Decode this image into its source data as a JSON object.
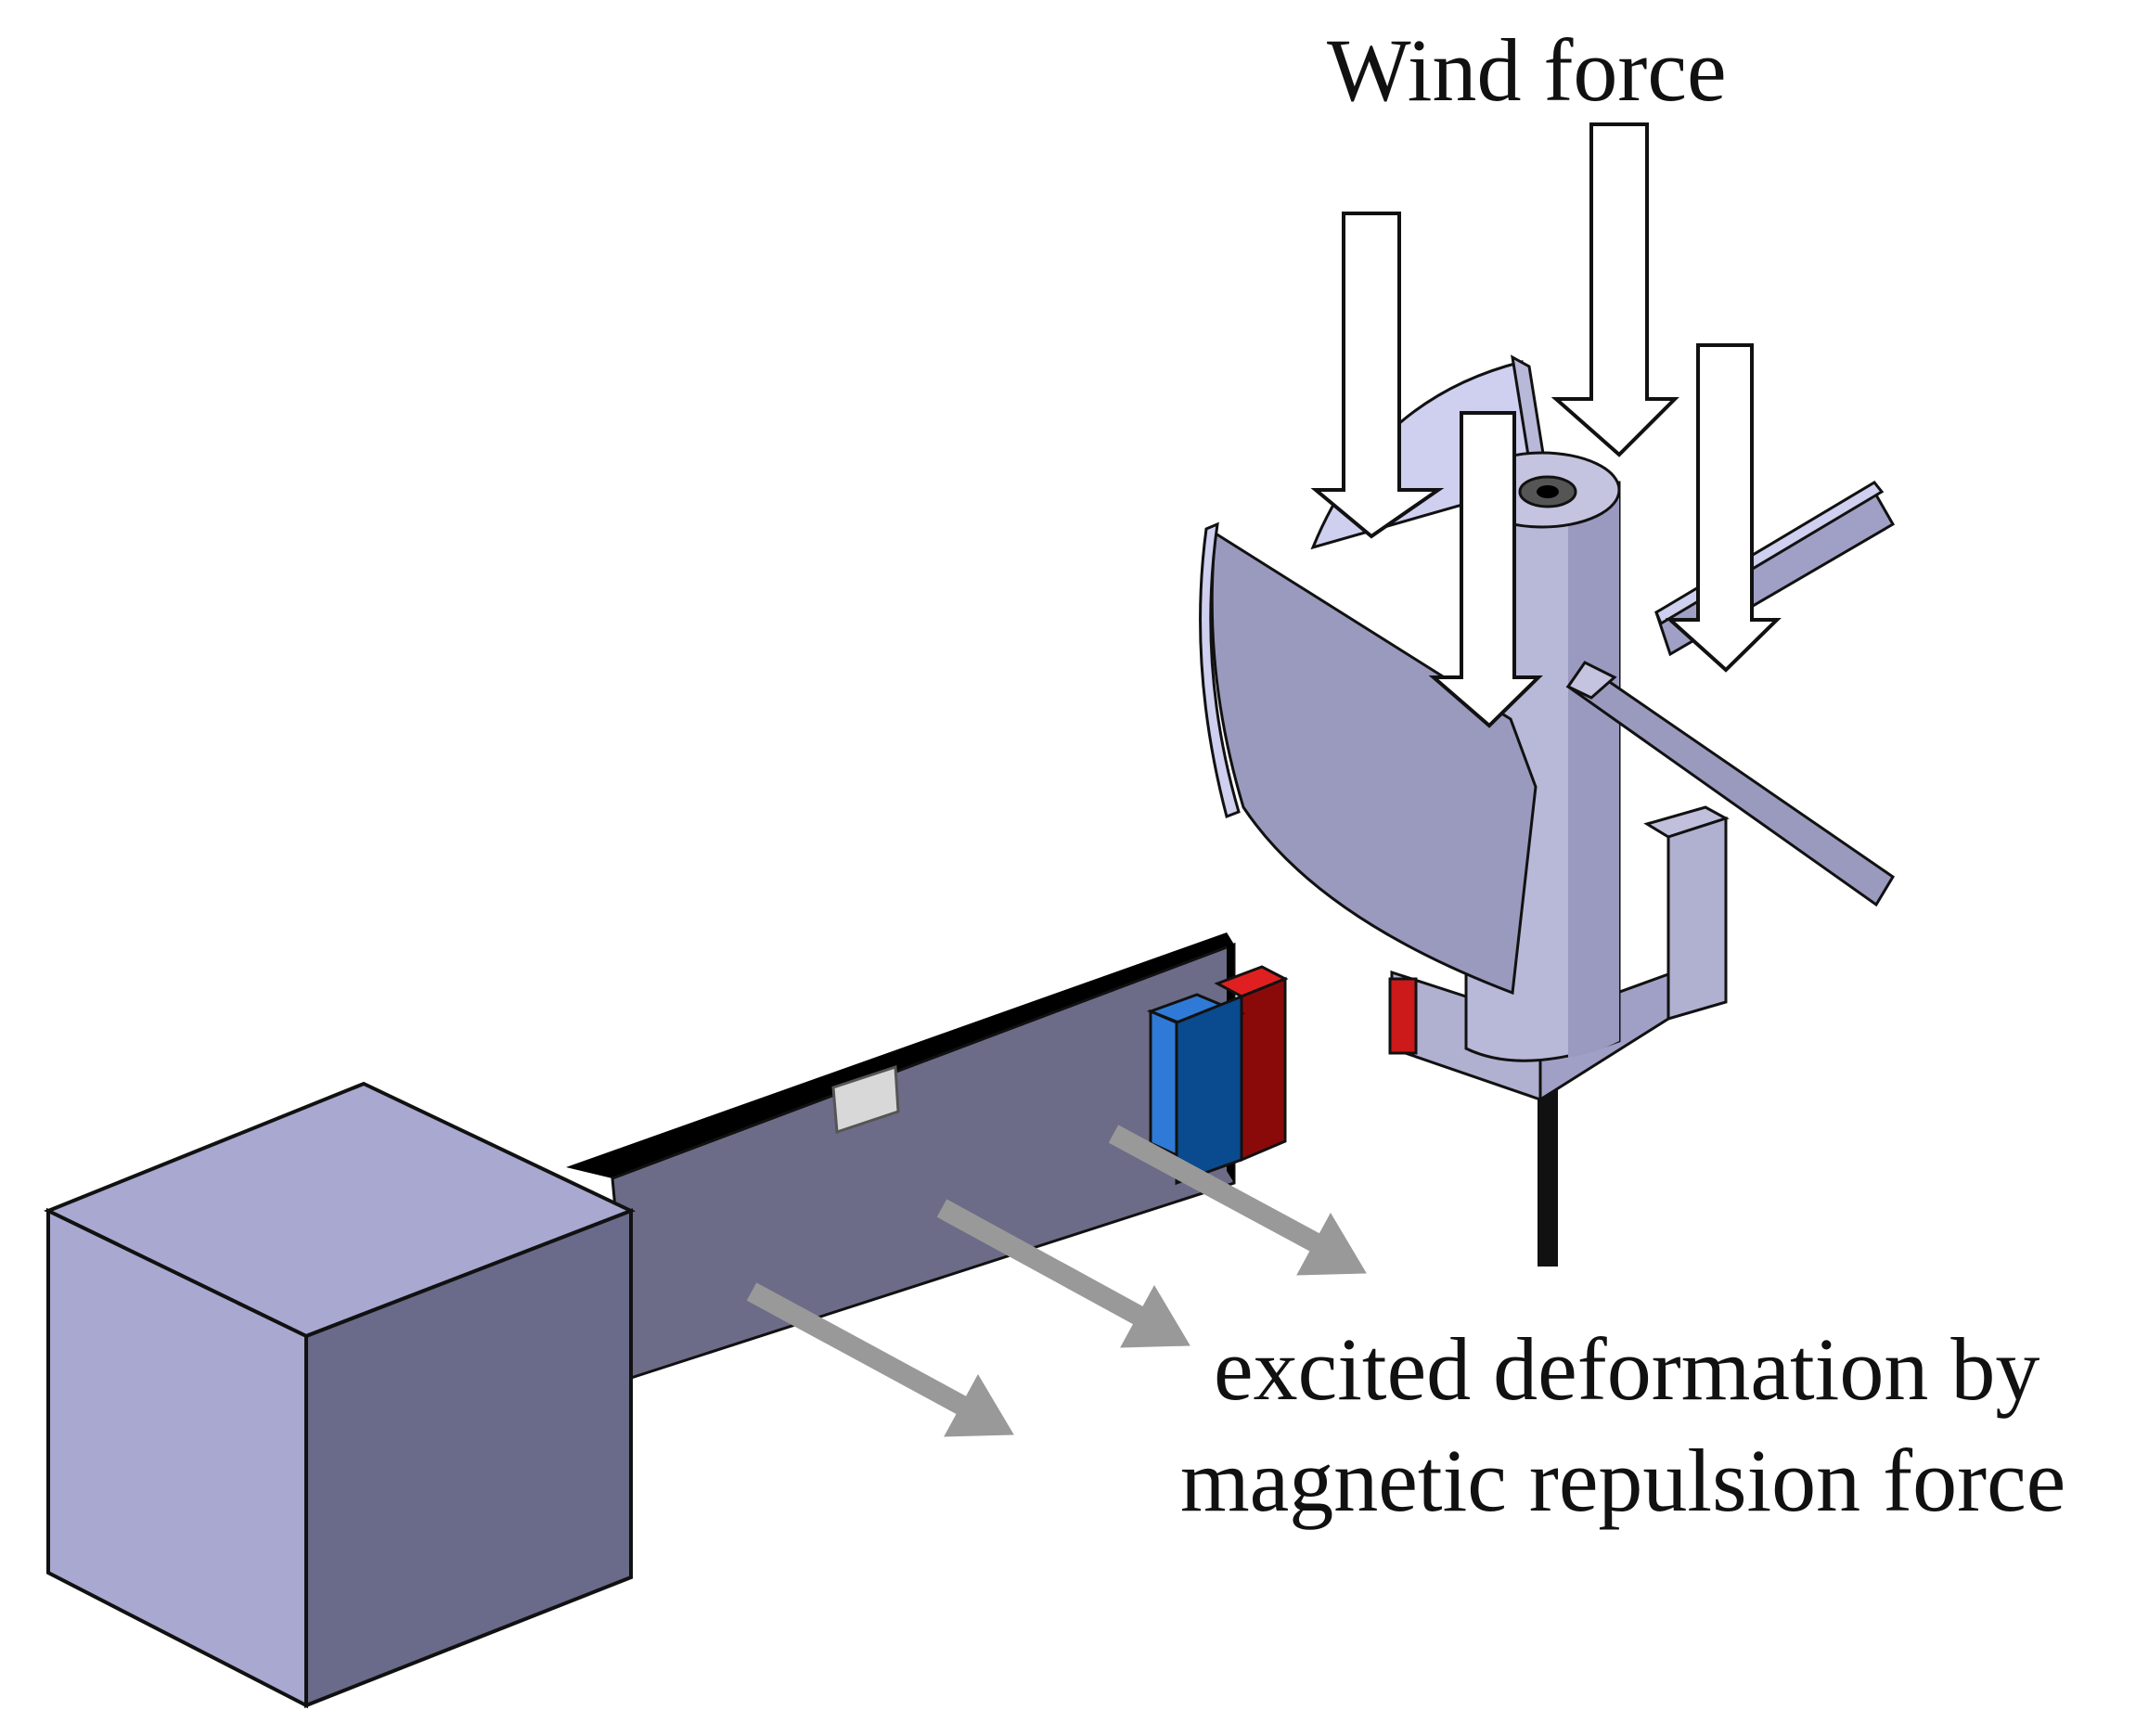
{
  "labels": {
    "wind_force": "Wind force",
    "magnetic_line1": "excited deformation by",
    "magnetic_line2": "magnetic repulsion force"
  },
  "colors": {
    "background": "#ffffff",
    "outline": "#111111",
    "base_front": "#a8a8d0",
    "base_side": "#6a6a8a",
    "beam_side": "#6c6c88",
    "beam_top": "#000000",
    "magnet_blue_front": "#0a4a8e",
    "magnet_blue_top": "#2f7ad6",
    "magnet_red_front": "#8a0a0a",
    "magnet_red_top": "#e02020",
    "shaft": "#b8b8d8",
    "shaft_dark": "#9a9ac0",
    "blade_light": "#cfcff0",
    "blade_mid": "#9a9abe",
    "deformation_arrow": "#999999",
    "wind_arrow_fill": "#ffffff"
  },
  "icons": {
    "wind_arrows": "hollow-down-arrow",
    "deformation_arrows": "gray-diagonal-arrow"
  }
}
